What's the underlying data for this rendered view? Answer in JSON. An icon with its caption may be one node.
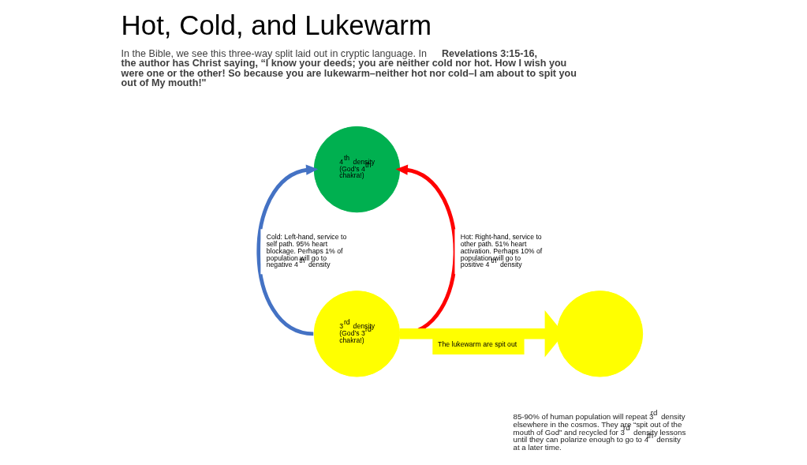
{
  "diagram": {
    "title": "Hot, Cold, and Lukewarm",
    "nodes": [
      {
        "text": [
          "4$^{th}$ density (God’s 4$^{th}$ chakra!)"
        ]
      },
      {
        "text": [
          "3$^{rd}$ density (God’s 3$^{rd}$ chakra!)"
        ]
      },
      {
        "text": [],
        "shape": "circle"
      }
    ],
    "edges": [
      {
        "from": 1,
        "to": 0,
        "arrow": "to",
        "color": "#4472c4",
        "label": "Cold: Left-hand, service to self path. 95% heart blockage. Perhaps 1% of population will go to negative 4$^{th}$ density"
      },
      {
        "from": 1,
        "to": 0,
        "arrow": "to",
        "color": "#ff0000",
        "label": "Hot: Right-hand, service to other path. 51% heart activation. Perhaps 10% of population will go to positive 4$^{th}$ density"
      },
      {
        "from": 1,
        "to": 2,
        "arrow": "to",
        "style": "thick",
        "color": "#ffff00",
        "label": "The lukewarm are spit out"
      }
    ],
    "labels": [
      "In the Bible, we see this three-way split laid out in cryptic language. In **Revelations 3:15-16, the author has Christ saying, “I know your deeds; you are neither cold nor hot. How I wish you were one or the other!  So because you are lukewarm–neither hot nor cold–I am about to spit you out of My mouth!\"**",
      "85-90% of human population will repeat 3$^{rd}$ density elsewhere in the cosmos.  They are “spit out of the mouth of God” and recycled for 3$^{rd}$ density lessons until they can polarize enough to go to 4$^{th}$ density at a later time."
    ]
  }
}
